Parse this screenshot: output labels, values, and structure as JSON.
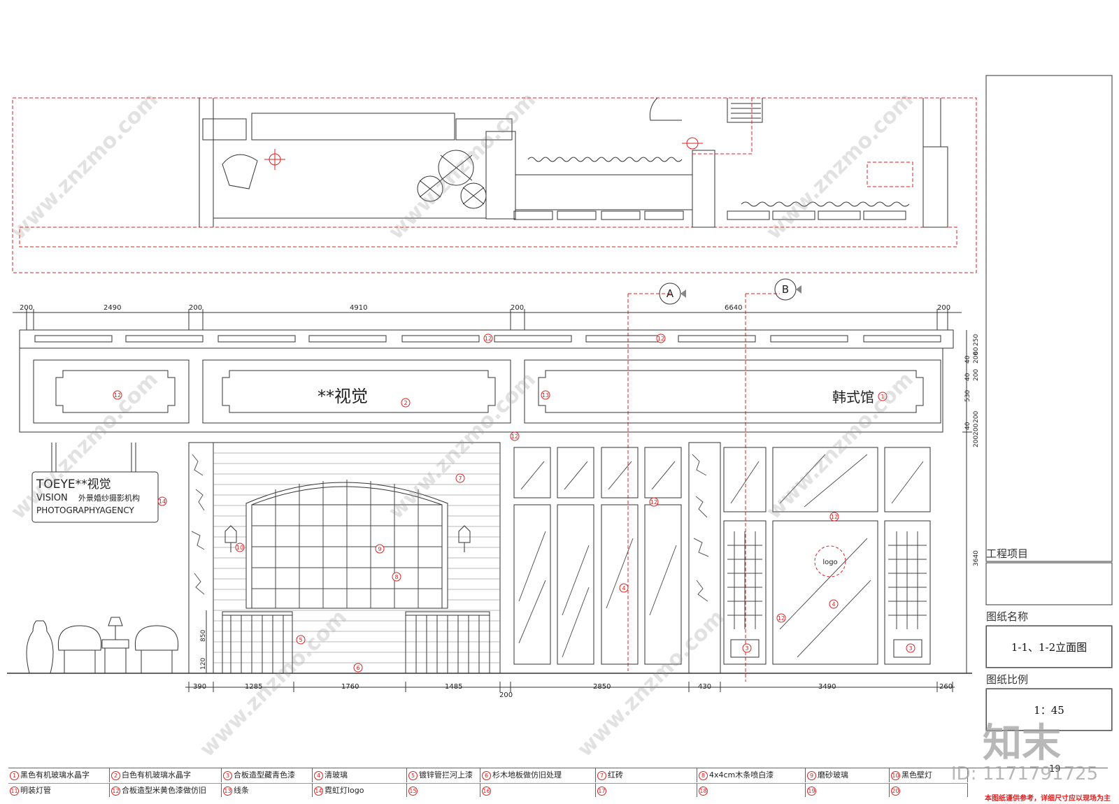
{
  "drawing": {
    "sign_title": "**视觉",
    "sign_right": "韩式馆",
    "hanging_sign": {
      "line1": "TOEYE**视觉",
      "line2_en": "VISION",
      "line2_cn": "外景婚纱摄影机构",
      "line3": "PHOTOGRAPHYAGENCY"
    },
    "logo_label": "logo",
    "section_marks": [
      "A",
      "B"
    ],
    "top_dims": [
      "200",
      "2490",
      "200",
      "4910",
      "200",
      "6640",
      "200"
    ],
    "bottom_dims": [
      "390",
      "1285",
      "1760",
      "1485",
      "200",
      "2850",
      "430",
      "3490",
      "260"
    ],
    "right_dims": [
      "250",
      "60",
      "40",
      "200",
      "40",
      "200",
      "530",
      "200",
      "40",
      "200",
      "200",
      "3640"
    ],
    "left_dims": [
      "850",
      "120"
    ],
    "callouts": [
      "12",
      "12",
      "2",
      "13",
      "1",
      "12",
      "12",
      "14",
      "7",
      "10",
      "9",
      "8",
      "5",
      "6",
      "12",
      "4",
      "12",
      "4",
      "3",
      "3",
      "12"
    ]
  },
  "title_block": {
    "project_label": "工程项目",
    "drawing_name_label": "图纸名称",
    "drawing_name": "1-1、1-2立面图",
    "scale_label": "图纸比例",
    "scale": "1：45",
    "sheet_no": "19",
    "note": "本图纸谨供参考，详细尺寸应以现场为主"
  },
  "legend": [
    {
      "num": "1",
      "text": "黑色有机玻璃水晶字"
    },
    {
      "num": "2",
      "text": "白色有机玻璃水晶字"
    },
    {
      "num": "3",
      "text": "合板造型藏青色漆"
    },
    {
      "num": "4",
      "text": "清玻璃"
    },
    {
      "num": "5",
      "text": "镀锌管拦河上漆"
    },
    {
      "num": "6",
      "text": "杉木地板做仿旧处理"
    },
    {
      "num": "7",
      "text": "红砖"
    },
    {
      "num": "8",
      "text": "4x4cm木条喷白漆"
    },
    {
      "num": "9",
      "text": "磨砂玻璃"
    },
    {
      "num": "10",
      "text": "黑色壁灯"
    },
    {
      "num": "11",
      "text": "明装灯管"
    },
    {
      "num": "12",
      "text": "合板造型米黄色漆做仿旧"
    },
    {
      "num": "13",
      "text": "线条"
    },
    {
      "num": "14",
      "text": "霓虹灯logo"
    },
    {
      "num": "15",
      "text": ""
    },
    {
      "num": "16",
      "text": ""
    },
    {
      "num": "17",
      "text": ""
    },
    {
      "num": "18",
      "text": ""
    },
    {
      "num": "19",
      "text": ""
    },
    {
      "num": "20",
      "text": ""
    }
  ],
  "watermark": {
    "brand_cn": "知末",
    "id_text": "ID: 1171791725",
    "site": "www.znzmo.com"
  },
  "colors": {
    "line": "#333333",
    "red_dashed": "#d22222",
    "watermark": "#9a9a9a"
  }
}
